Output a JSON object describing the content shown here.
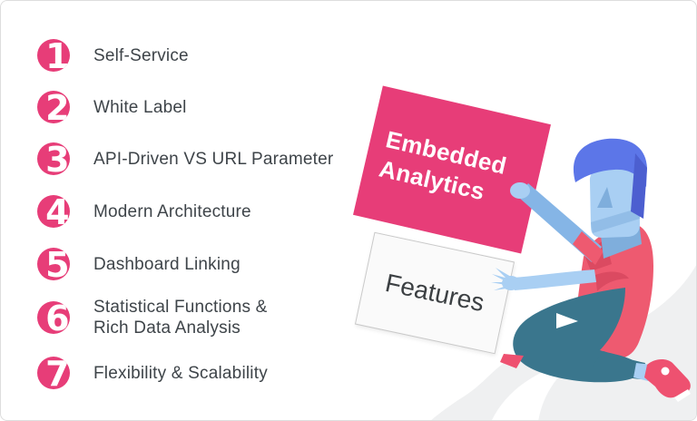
{
  "feature_list": {
    "items": [
      {
        "number": "1",
        "label": "Self-Service"
      },
      {
        "number": "2",
        "label": "White Label"
      },
      {
        "number": "3",
        "label": "API-Driven VS URL Parameter"
      },
      {
        "number": "4",
        "label": "Modern Architecture"
      },
      {
        "number": "5",
        "label": "Dashboard Linking"
      },
      {
        "number": "6",
        "label": "Statistical Functions &\nRich Data Analysis"
      },
      {
        "number": "7",
        "label": "Flexibility & Scalability"
      }
    ]
  },
  "signs": {
    "primary": {
      "line1": "Embedded",
      "line2": "Analytics"
    },
    "secondary": {
      "label": "Features"
    }
  },
  "illustration": {
    "name": "person-kneeling-holding-two-signs"
  },
  "colors": {
    "accent": "#E73D78",
    "list-text": "#3E4449",
    "canvas-border": "#DDDDDD",
    "sign-primary-text": "#FFFFFF",
    "sign-features-bg": "#FAFAFA",
    "sign-features-border": "#C9C9C9",
    "sign-features-text": "#3C4043",
    "skin": "#A9CFF3",
    "skin-shade": "#7FAEDC",
    "arm": "#85B5E6",
    "hair": "#5C76E8",
    "hair-dark": "#4C5FD0",
    "shirt": "#EE5A70",
    "shirt-dark": "#DB4A61",
    "pants": "#3A768D",
    "shoe": "#EE5170",
    "hill": "#EFF0F1"
  }
}
